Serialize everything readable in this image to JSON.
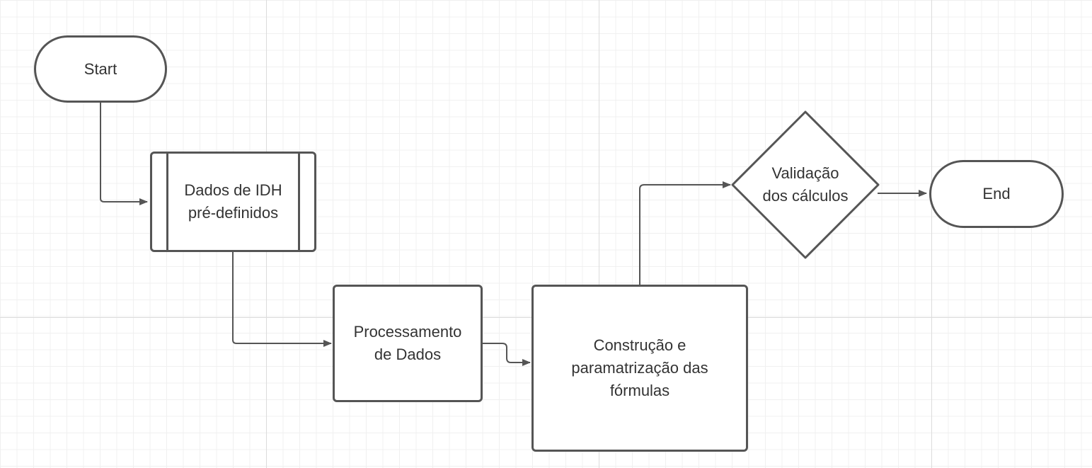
{
  "diagram": {
    "nodes": {
      "start": "Start",
      "dados": "Dados de IDH\npré-definidos",
      "processamento": "Processamento\nde Dados",
      "construcao": "Construção e\nparamatrização das\nfórmulas",
      "validacao": "Validação\ndos cálculos",
      "end": "End"
    },
    "edges": [
      {
        "from": "start",
        "to": "dados"
      },
      {
        "from": "dados",
        "to": "processamento"
      },
      {
        "from": "processamento",
        "to": "construcao"
      },
      {
        "from": "construcao",
        "to": "validacao"
      },
      {
        "from": "validacao",
        "to": "end"
      }
    ],
    "colors": {
      "stroke": "#555555",
      "text": "#333333",
      "grid_major": "#dcdcdc",
      "grid_minor": "#f0f0f0"
    }
  }
}
